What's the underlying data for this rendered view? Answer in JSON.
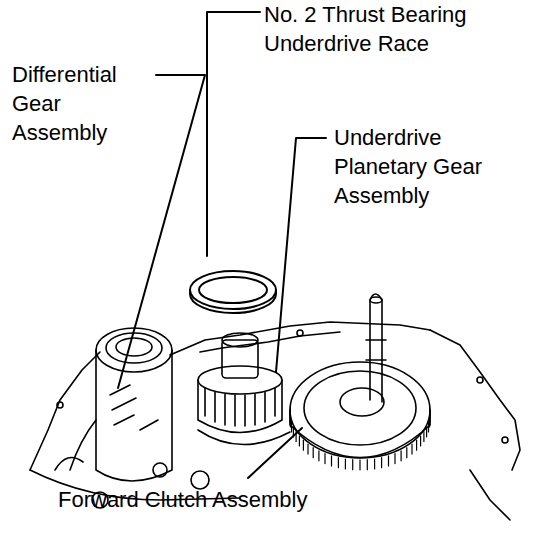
{
  "diagram": {
    "labels": [
      "No. 2 Thrust Bearing Underdrive Race",
      "Differential Gear Assembly",
      "Underdrive Planetary Gear Assembly",
      "Forward Clutch Assembly"
    ]
  }
}
